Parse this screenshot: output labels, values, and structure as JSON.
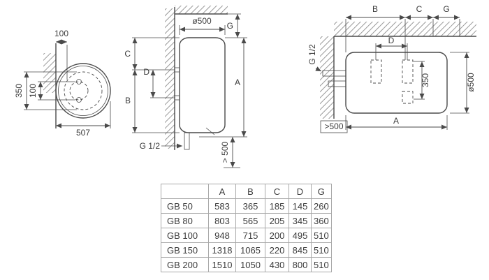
{
  "page": {
    "background": "#ffffff",
    "line_color": "#4a4a4a",
    "text_color": "#3c3c3c"
  },
  "top_view": {
    "wall_offset": "100",
    "connection_span": "350",
    "connection_gap": "100",
    "overall_width": "507"
  },
  "front_view": {
    "diameter": "ø500",
    "gap_top": "G",
    "span_c": "C",
    "span_d": "D",
    "span_b": "B",
    "overall_height": "A",
    "pipe_thread": "G 1/2",
    "clearance_below": "> 500"
  },
  "side_view": {
    "span_b": "B",
    "span_c": "C",
    "span_g": "G",
    "span_d": "D",
    "pipe_thread": "G 1/2",
    "connection_span": "350",
    "diameter": "ø500",
    "overall_length": "A",
    "clearance": ">500"
  },
  "table": {
    "corner": "",
    "headers": [
      "A",
      "B",
      "C",
      "D",
      "G"
    ],
    "rows": [
      {
        "model": "GB 50",
        "values": [
          "583",
          "365",
          "185",
          "145",
          "260"
        ]
      },
      {
        "model": "GB 80",
        "values": [
          "803",
          "565",
          "205",
          "345",
          "360"
        ]
      },
      {
        "model": "GB 100",
        "values": [
          "948",
          "715",
          "200",
          "495",
          "510"
        ]
      },
      {
        "model": "GB 150",
        "values": [
          "1318",
          "1065",
          "220",
          "845",
          "510"
        ]
      },
      {
        "model": "GB 200",
        "values": [
          "1510",
          "1050",
          "430",
          "800",
          "510"
        ]
      }
    ]
  }
}
